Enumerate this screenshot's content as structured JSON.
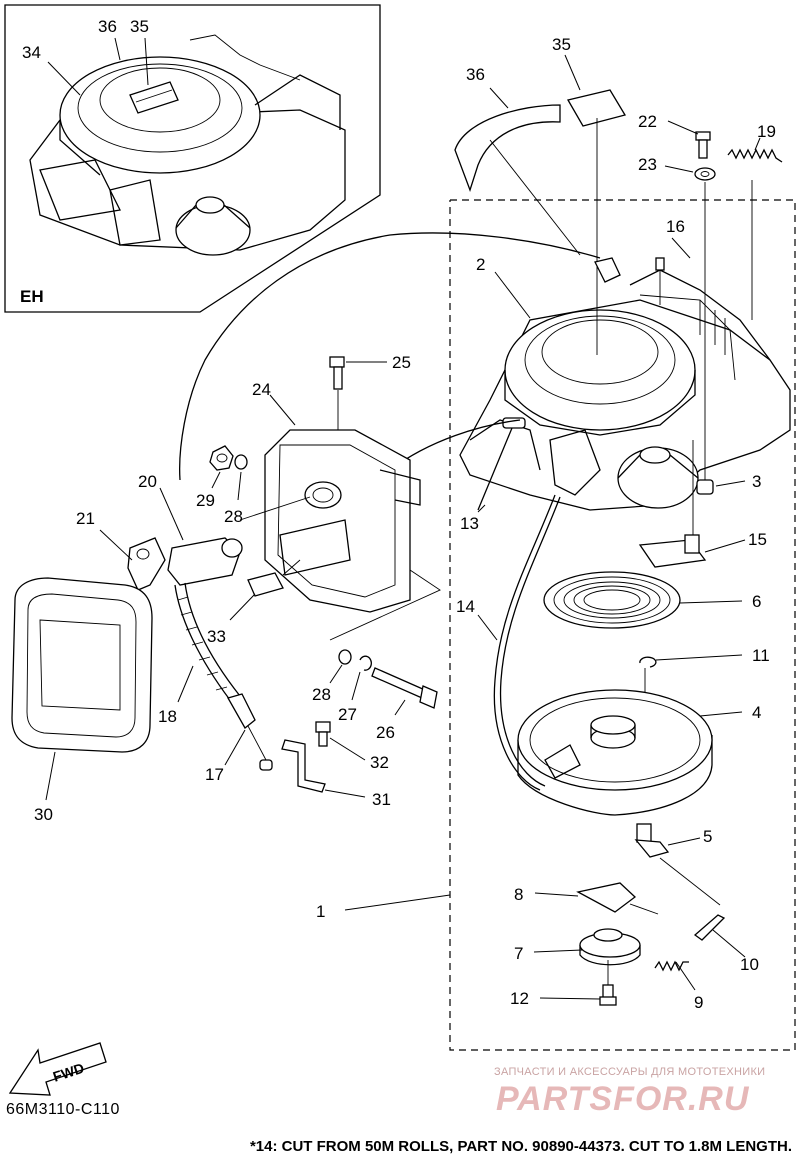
{
  "diagram": {
    "inset_label": "EH",
    "diagram_code": "66M3110-C110",
    "footnote": "*14: CUT FROM 50M ROLLS, PART NO. 90890-44373. CUT TO 1.8M LENGTH.",
    "direction_label": "FWD",
    "callouts": {
      "c1": "1",
      "c2": "2",
      "c3": "3",
      "c4": "4",
      "c5": "5",
      "c6": "6",
      "c7": "7",
      "c8": "8",
      "c9": "9",
      "c10": "10",
      "c11": "11",
      "c12": "12",
      "c13": "13",
      "c14": "14",
      "c15": "15",
      "c16": "16",
      "c17": "17",
      "c18": "18",
      "c19": "19",
      "c20": "20",
      "c21": "21",
      "c22": "22",
      "c23": "23",
      "c24": "24",
      "c25": "25",
      "c26": "26",
      "c27": "27",
      "c28a": "28",
      "c28b": "28",
      "c29": "29",
      "c30": "30",
      "c31": "31",
      "c32": "32",
      "c33": "33",
      "c34": "34",
      "c35a": "35",
      "c35b": "35",
      "c36a": "36",
      "c36b": "36"
    }
  },
  "watermark": {
    "subtitle": "ЗАПЧАСТИ И АКСЕССУАРЫ ДЛЯ МОТОТЕХНИКИ",
    "brand": "PARTSFOR.RU"
  }
}
